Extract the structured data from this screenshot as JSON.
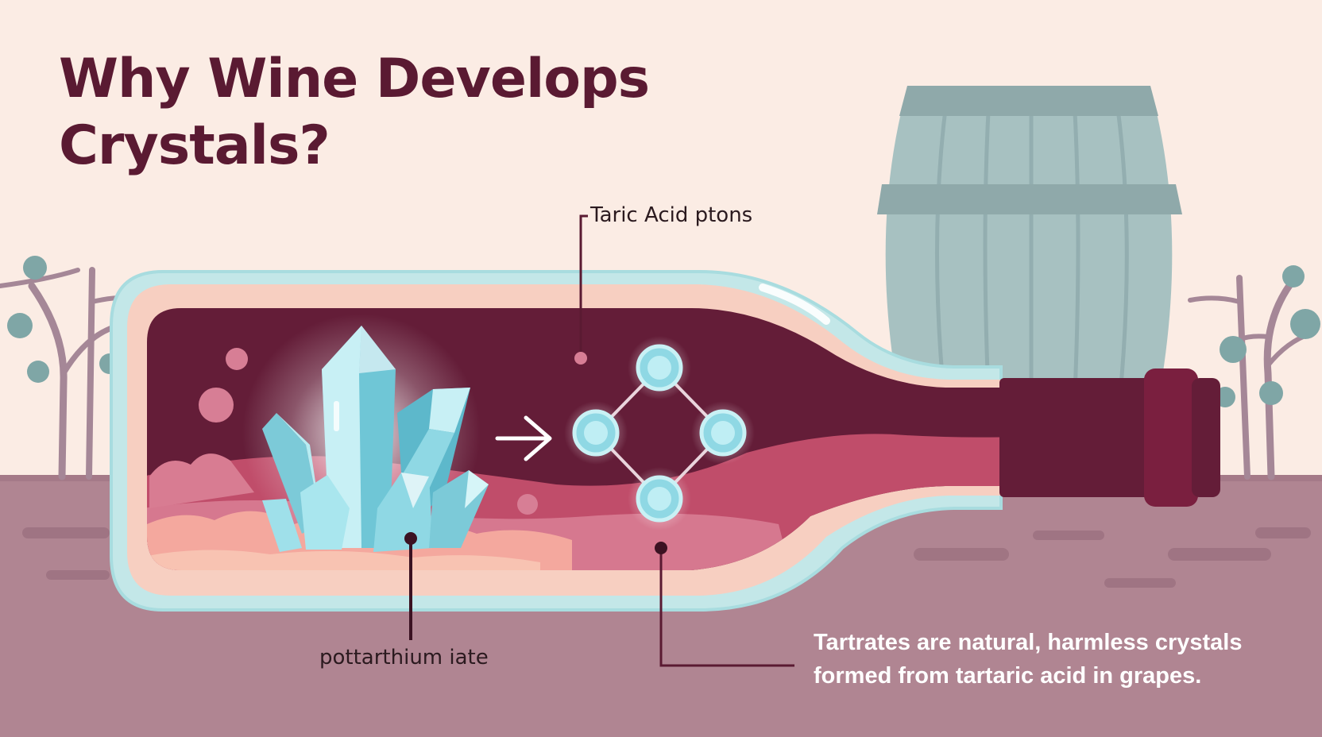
{
  "title": {
    "line1": "Why Wine Develops",
    "line2": "Crystals?"
  },
  "labels": {
    "acid": "Taric Acid ptons",
    "crystal": "pottarthium iate"
  },
  "caption": {
    "line1": "Tartrates are natural, harmless crystals",
    "line2": "formed from tartaric acid in grapes."
  },
  "icons": [
    "barrel-icon",
    "wine-bottle-icon",
    "crystal-cluster-icon",
    "molecule-icon",
    "arrow-right-icon",
    "vine-icon"
  ],
  "colors": {
    "background": "#fbece4",
    "ground": "#b08592",
    "wine_dark": "#641d38",
    "wine_light": "#c04d6a",
    "glass": "#bfe6e8",
    "crystal": "#8fd8e4",
    "barrel": "#a7c1c1",
    "cork": "#7a1f3f",
    "title": "#5a1a32"
  }
}
